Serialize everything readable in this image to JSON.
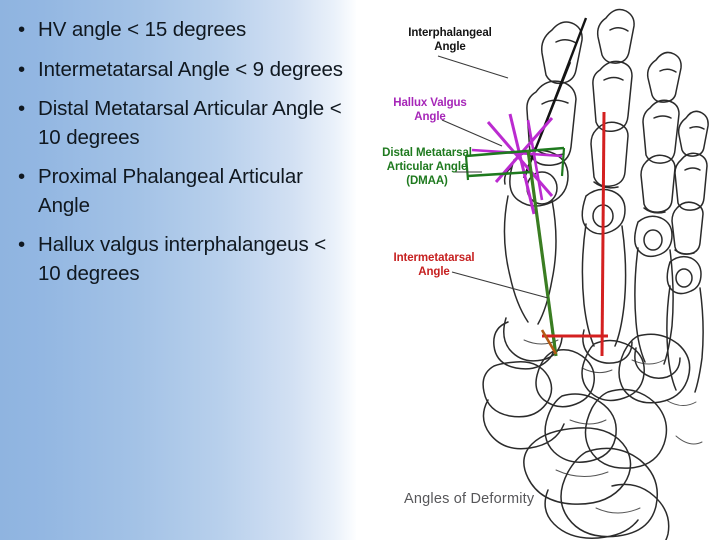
{
  "slide": {
    "bullets": [
      {
        "text": "HV angle < 15 degrees"
      },
      {
        "text": "Intermetatarsal Angle < 9 degrees"
      },
      {
        "text": "Distal Metatarsal Articular Angle < 10 degrees"
      },
      {
        "text": "Proximal Phalangeal Articular Angle"
      },
      {
        "text": "Hallux valgus interphalangeus < 10 degrees"
      }
    ],
    "bullet_marker": "•"
  },
  "diagram": {
    "caption": "Angles of Deformity",
    "labels": {
      "interphalangeal": "Interphalangeal\nAngle",
      "hallux_valgus": "Hallux Valgus\nAngle",
      "dmaa": "Distal Metatarsal\nArticular Angle\n(DMAA)",
      "intermetatarsal": "Intermetatarsal\nAngle"
    },
    "colors": {
      "interphalangeal": "#141414",
      "hallux_valgus": "#a626b8",
      "dmaa": "#1f7a1f",
      "intermetatarsal": "#c62020",
      "bone_outline": "#2b2b2b",
      "background": "#ffffff",
      "panel_gradient_start": "#8fb4e0",
      "panel_gradient_end": "#fdfeff",
      "caption_text": "#57575a"
    }
  }
}
